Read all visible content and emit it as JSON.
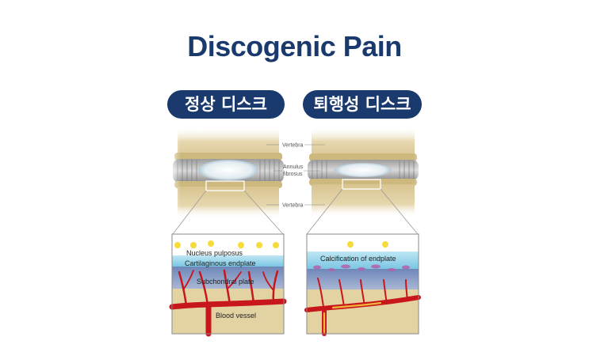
{
  "title": "Discogenic Pain",
  "left_panel": {
    "label": "정상 디스크",
    "zoom_labels": {
      "nucleus": "Nucleus pulposus",
      "endplate": "Cartilaginous endplate",
      "subchondral": "Subchondral plate",
      "vessel": "Blood vessel"
    }
  },
  "right_panel": {
    "label": "퇴행성 디스크",
    "zoom_labels": {
      "calcification": "Calcification of endplate"
    }
  },
  "side_labels": {
    "vertebra_top": "Vertebra",
    "annulus_line1": "Annulus",
    "annulus_line2": "fibrosus",
    "vertebra_bottom": "Vertebra"
  },
  "colors": {
    "navy": "#1a3a6e",
    "bone": "#e2d2a8",
    "vessel": "#c8161d",
    "nucleus_dot": "#f5dc3a"
  }
}
